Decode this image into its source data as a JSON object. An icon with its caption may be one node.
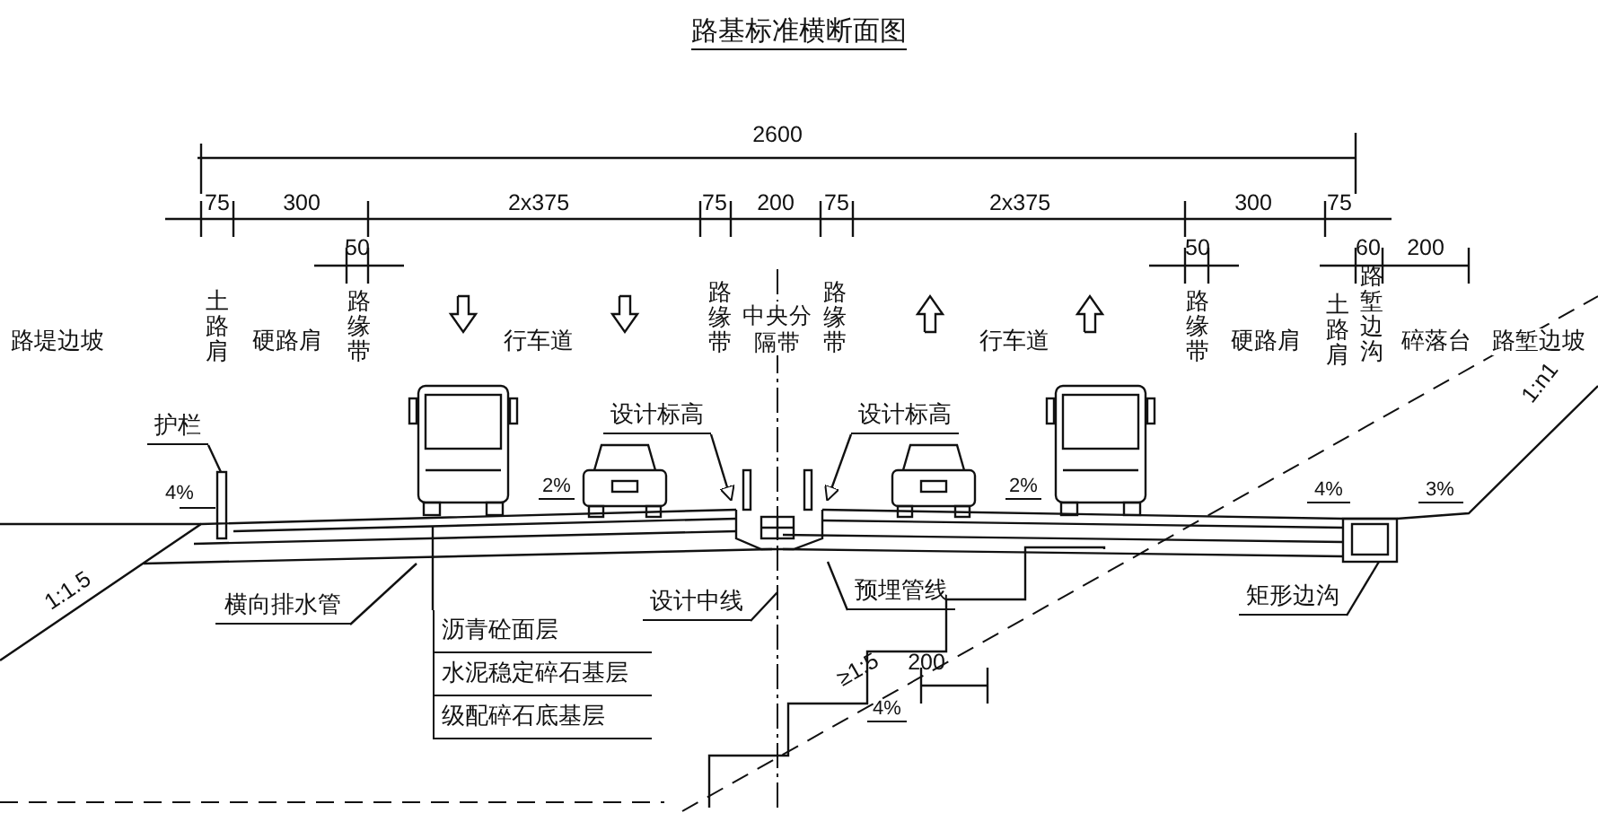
{
  "diagram": {
    "title": "路基标准横断面图",
    "nodes": [
      {
        "text": [
          "护栏"
        ]
      },
      {
        "text": [
          "横向排水管"
        ]
      },
      {
        "text": [
          "设计标高"
        ]
      },
      {
        "text": [
          "设计标高"
        ]
      },
      {
        "text": [
          "设计中线"
        ]
      },
      {
        "text": [
          "预埋管线"
        ]
      },
      {
        "text": [
          "矩形边沟"
        ]
      },
      {
        "text": [
          "沥青砼面层",
          "水泥稳定碎石基层",
          "级配碎石底基层"
        ]
      }
    ],
    "edges": [
      {
        "from": 0,
        "to": null,
        "arrow": "none"
      },
      {
        "from": 1,
        "to": null,
        "arrow": "none"
      },
      {
        "from": 2,
        "to": null,
        "arrow": "to"
      },
      {
        "from": 3,
        "to": null,
        "arrow": "to"
      },
      {
        "from": 4,
        "to": null,
        "arrow": "none"
      },
      {
        "from": 5,
        "to": null,
        "arrow": "none"
      },
      {
        "from": 6,
        "to": null,
        "arrow": "none"
      },
      {
        "from": 7,
        "to": null,
        "arrow": "none"
      }
    ],
    "labels": [
      "2600",
      "75",
      "300",
      "2x375",
      "75",
      "200",
      "75",
      "2x375",
      "300",
      "75",
      "50",
      "50",
      "60",
      "200",
      "路堤边坡",
      "土路肩",
      "硬路肩",
      "路缘带",
      "行车道",
      "路缘带",
      "中央分隔带",
      "路缘带",
      "行车道",
      "路缘带",
      "硬路肩",
      "土路肩",
      "路堑边沟",
      "碎落台",
      "路堑边坡",
      "4%",
      "2%",
      "2%",
      "4%",
      "3%",
      "1:1.5",
      "1:n1",
      "≥1:5",
      "200",
      "4%"
    ]
  }
}
